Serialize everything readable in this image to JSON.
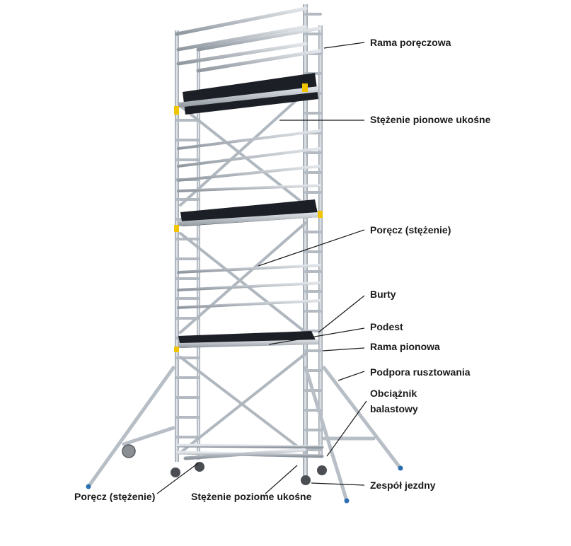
{
  "labels": {
    "rama_poreczowa": "Rama poręczowa",
    "stezenie_pionowe": "Stężenie pionowe ukośne",
    "porecz_right": "Poręcz (stężenie)",
    "burty": "Burty",
    "podest": "Podest",
    "rama_pionowa": "Rama pionowa",
    "podpora": "Podpora rusztowania",
    "obciaznik_1": "Obciążnik",
    "obciaznik_2": "balastowy",
    "zespol": "Zespół jezdny",
    "porecz_left": "Poręcz (stężenie)",
    "stezenie_poziome": "Stężenie poziome ukośne"
  },
  "colors": {
    "aluminium": "#b9c0c8",
    "platform": "#1c1f26",
    "yellow_tag": "#f1c400",
    "leader": "#1a1a1a"
  }
}
